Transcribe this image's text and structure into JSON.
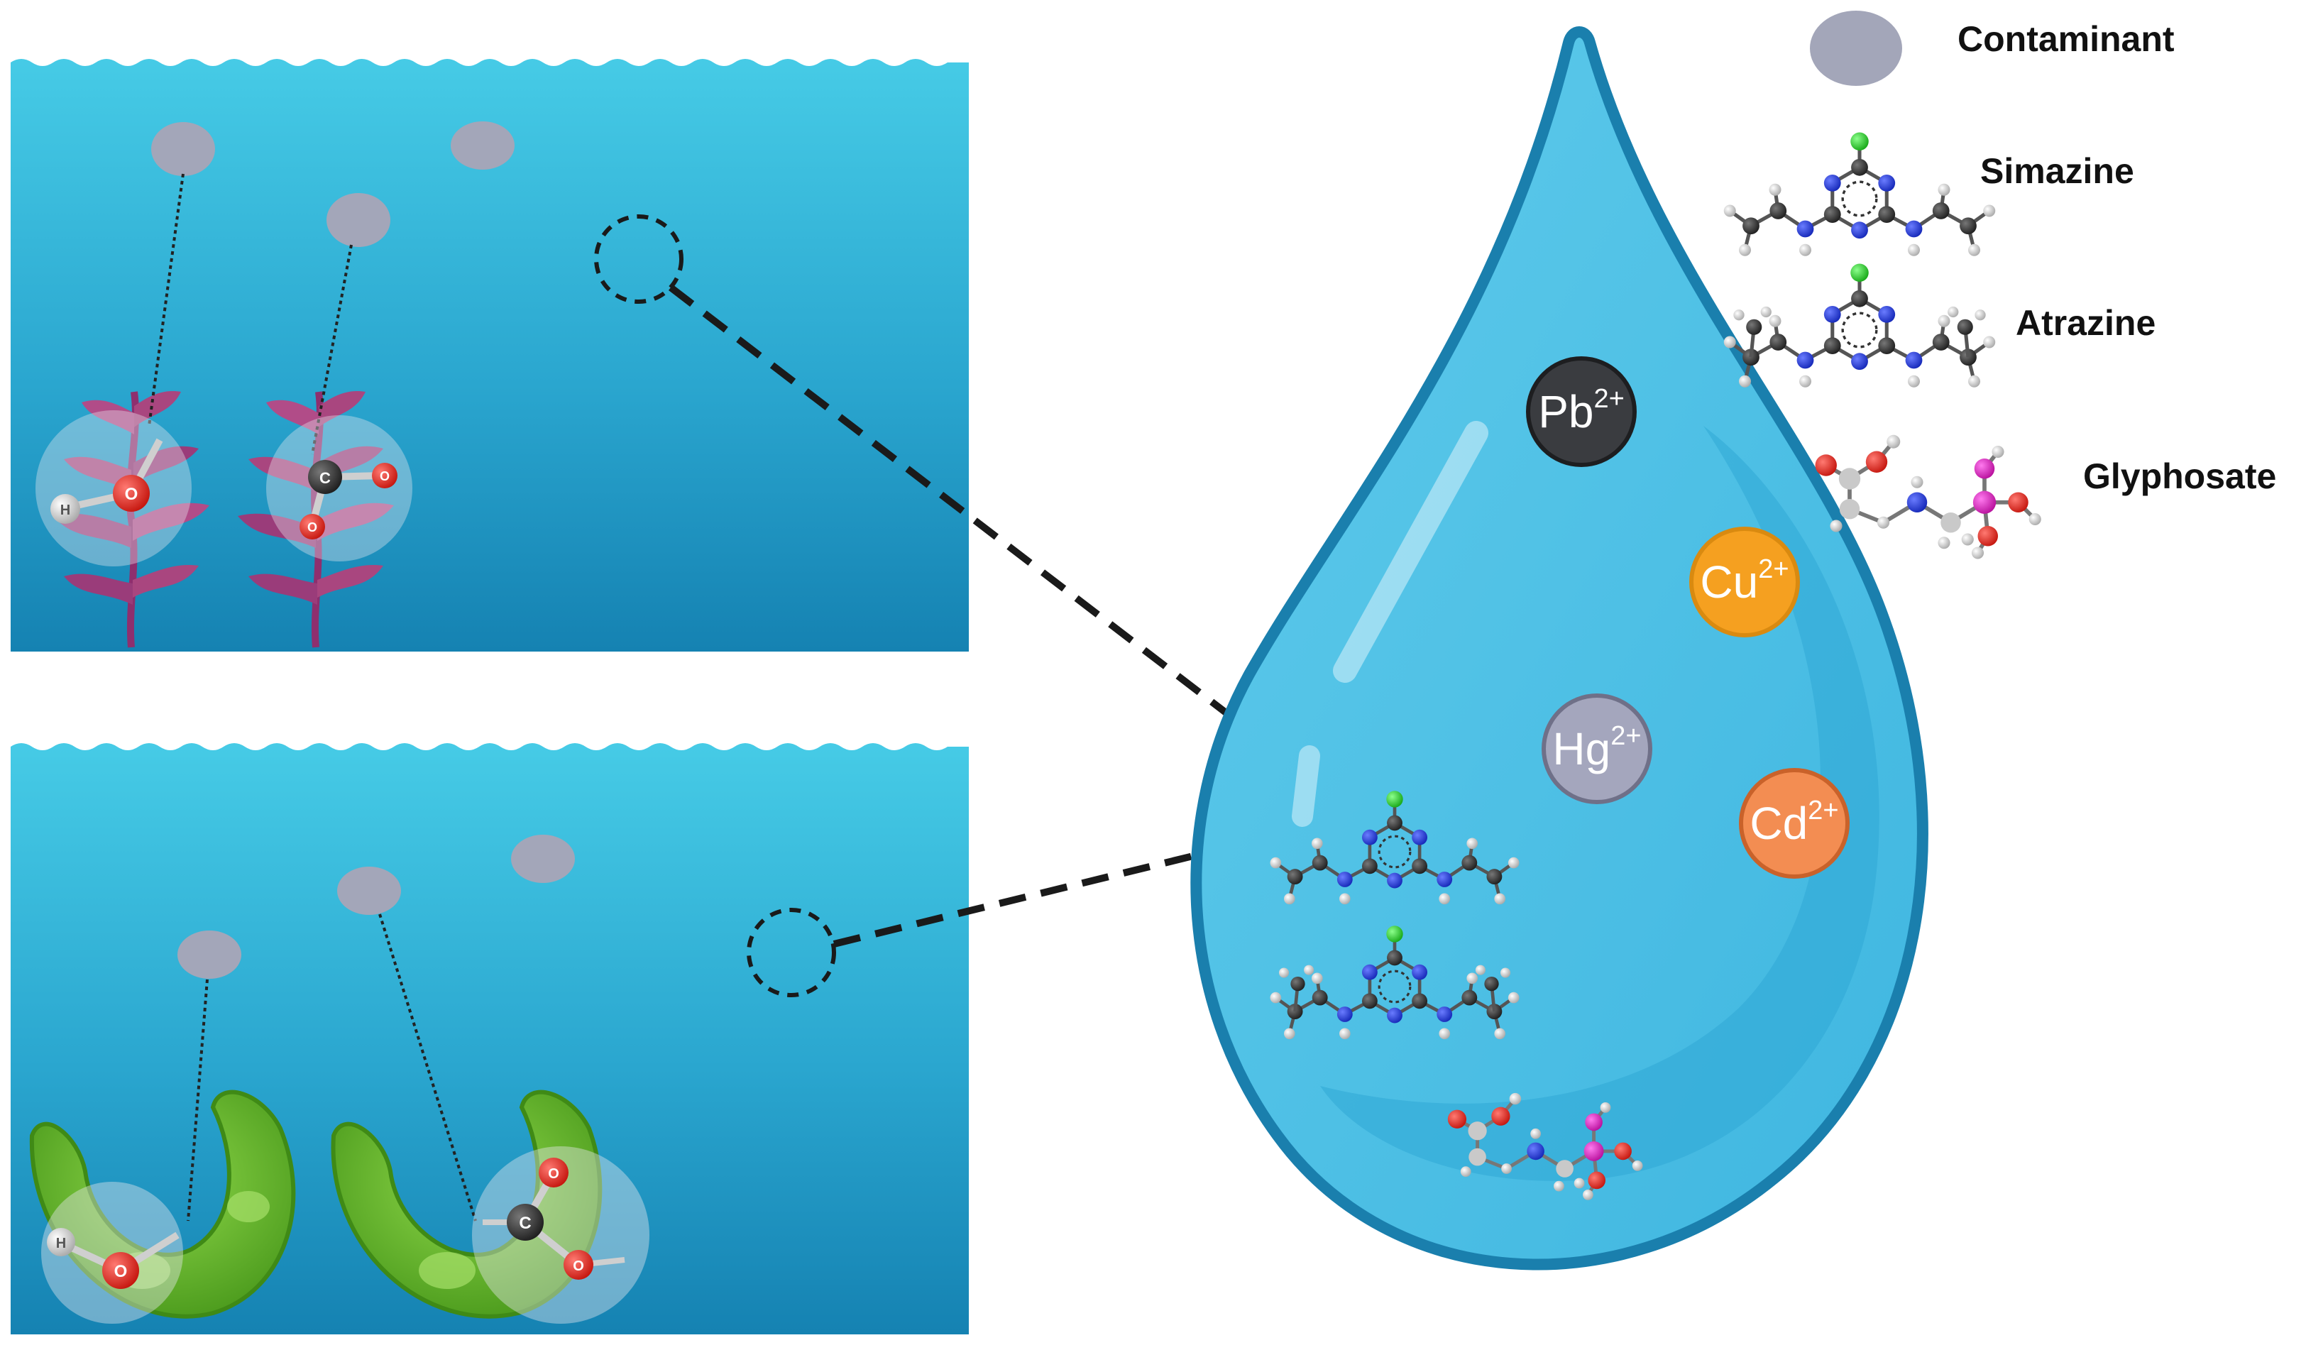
{
  "legend": {
    "contaminant": "Contaminant",
    "simazine": "Simazine",
    "atrazine": "Atrazine",
    "glyphosate": "Glyphosate"
  },
  "ions": {
    "pb": {
      "symbol": "Pb",
      "charge": "2+"
    },
    "cu": {
      "symbol": "Cu",
      "charge": "2+"
    },
    "hg": {
      "symbol": "Hg",
      "charge": "2+"
    },
    "cd": {
      "symbol": "Cd",
      "charge": "2+"
    }
  },
  "functional_groups": {
    "hydroxyl": {
      "h": "H",
      "o": "O"
    },
    "carboxyl": {
      "c": "C",
      "o1": "O",
      "o2": "O"
    }
  },
  "colors": {
    "water_top": "#44c9e4",
    "water_bottom": "#1684b3",
    "drop_fill": "#58c6e8",
    "drop_outline": "#1a7fad",
    "contaminant": "#a3a6b9",
    "seaweed": "#9a3c7a",
    "microalgae": "#6cbf2d",
    "pb": "#3a3c40",
    "cu": "#f5a020",
    "hg": "#a4a6bd",
    "cd": "#f38d52",
    "carbon": "#2f2f2f",
    "oxygen": "#e02a21",
    "hydrogen": "#ebebeb",
    "nitrogen": "#2038d8",
    "chlorine": "#28c828",
    "phosphorus": "#e020c8"
  }
}
